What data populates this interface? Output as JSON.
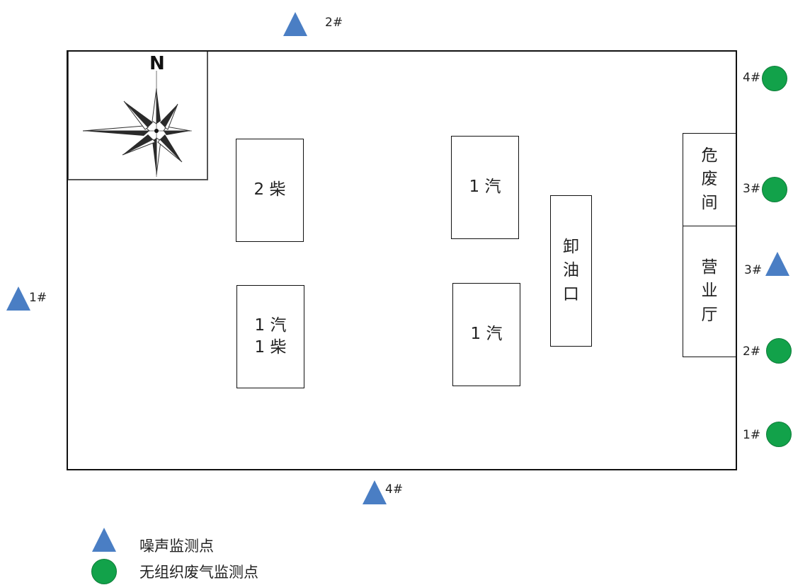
{
  "north_label": "N",
  "buildings": {
    "diesel2": "2 柴",
    "gas_diesel_line1": "1 汽",
    "gas_diesel_line2": "1 柴",
    "gas_upper": "1 汽",
    "gas_lower": "1 汽",
    "unloading": "卸油口",
    "hazwaste": "危废间",
    "hall": "营业厅"
  },
  "noise_points": [
    {
      "label": "1#"
    },
    {
      "label": "2#"
    },
    {
      "label": "3#"
    },
    {
      "label": "4#"
    }
  ],
  "gas_points": [
    {
      "label": "1#"
    },
    {
      "label": "2#"
    },
    {
      "label": "3#"
    },
    {
      "label": "4#"
    }
  ],
  "legend": {
    "noise": "噪声监测点",
    "gas": "无组织废气监测点"
  },
  "colors": {
    "noise_marker": "#4a7ec4",
    "gas_marker": "#12a24a"
  }
}
